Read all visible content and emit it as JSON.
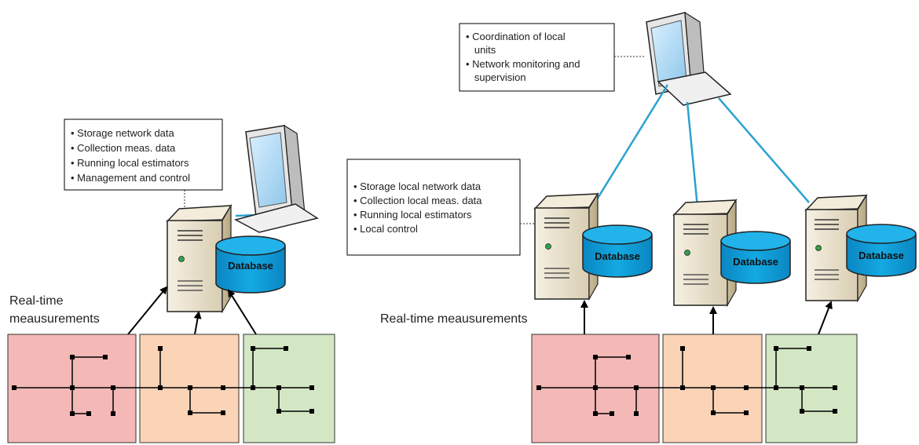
{
  "colors": {
    "region_1": "#f4b8b6",
    "region_2": "#fbd3b7",
    "region_3": "#d3e7c4",
    "link": "#2aa3d0",
    "database": "#0a98d1",
    "server_body": "#ece3cf",
    "monitor_bezel": "#e6e6e6",
    "screen": "#b6dcf2"
  },
  "icons": [
    "monitor-icon",
    "server-icon",
    "database-icon"
  ],
  "left": {
    "callout_lines": [
      "• Storage network data",
      "• Collection meas. data",
      "• Running local estimators",
      "• Management and control"
    ],
    "database_label": "Database",
    "measurements_label_line1": "Real-time",
    "measurements_label_line2": "meausurements"
  },
  "right": {
    "top_callout_lines": [
      "• Coordination of local",
      "   units",
      "• Network monitoring and",
      "   supervision"
    ],
    "local_callout_lines": [
      "• Storage local network data",
      "• Collection local meas. data",
      "• Running local estimators",
      "• Local control"
    ],
    "database_labels": [
      "Database",
      "Database",
      "Database"
    ],
    "measurements_label": "Real-time meausurements"
  }
}
